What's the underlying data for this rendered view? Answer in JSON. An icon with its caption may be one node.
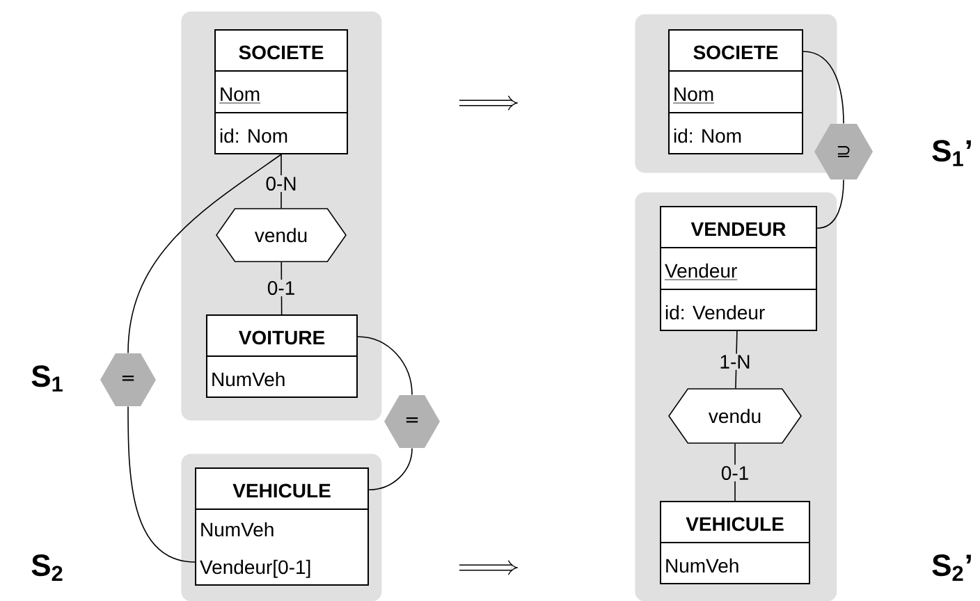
{
  "diagram": {
    "nodes": [
      {
        "text": [],
        "shape": "box"
      },
      {
        "text": [
          "SOCIETE",
          "Nom",
          "id: Nom"
        ],
        "in": 0
      },
      {
        "text": [
          "vendu"
        ],
        "in": 0
      },
      {
        "text": [
          "VOITURE",
          "NumVeh"
        ],
        "in": 0
      },
      {
        "text": [],
        "shape": "box"
      },
      {
        "text": [
          "VEHICULE",
          "NumVeh",
          "Vendeur[0-1]"
        ],
        "in": 4
      },
      {
        "text": [
          "="
        ]
      },
      {
        "text": [
          "="
        ]
      },
      {
        "text": [],
        "shape": "box"
      },
      {
        "text": [
          "SOCIETE",
          "Nom",
          "id: Nom"
        ],
        "in": 8
      },
      {
        "text": [],
        "shape": "box"
      },
      {
        "text": [
          "VENDEUR",
          "Vendeur",
          "id: Vendeur"
        ],
        "in": 10
      },
      {
        "text": [
          "vendu"
        ],
        "in": 10
      },
      {
        "text": [
          "VEHICULE",
          "NumVeh"
        ],
        "in": 10
      },
      {
        "text": [
          "⊇"
        ]
      }
    ],
    "edges": [
      {
        "from": 1,
        "to": 2,
        "arrow": "none",
        "label": "0-N"
      },
      {
        "from": 2,
        "to": 3,
        "arrow": "none",
        "label": "0-1"
      },
      {
        "from": 6,
        "to": 1,
        "arrow": "none"
      },
      {
        "from": 6,
        "to": 5,
        "arrow": "none"
      },
      {
        "from": 7,
        "to": 3,
        "arrow": "none"
      },
      {
        "from": 7,
        "to": 5,
        "arrow": "none"
      },
      {
        "from": 14,
        "to": 9,
        "arrow": "none"
      },
      {
        "from": 14,
        "to": 11,
        "arrow": "none"
      },
      {
        "from": 11,
        "to": 12,
        "arrow": "none",
        "label": "1-N"
      },
      {
        "from": 12,
        "to": 13,
        "arrow": "none",
        "label": "0-1"
      }
    ],
    "labels": [
      "S$_{1}$",
      "S$_{2}$",
      "S$_{1}$’",
      "S$_{2}$’"
    ]
  }
}
